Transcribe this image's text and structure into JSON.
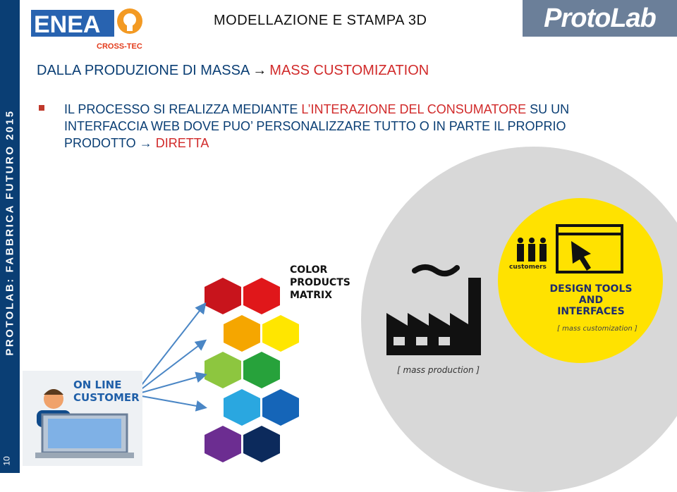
{
  "sidebar": {
    "text": "PROTOLAB: FABBRICA FUTURO 2015",
    "page_number": "10"
  },
  "header": {
    "logo_text": "ENEA",
    "logo_subtext": "CROSS-TEC",
    "title": "MODELLAZIONE E STAMPA 3D",
    "brand": "ProtoLab"
  },
  "subtitle": {
    "left": "DALLA PRODUZIONE DI MASSA",
    "arrow": "→",
    "right": "MASS CUSTOMIZATION"
  },
  "bullet": {
    "part1": "IL PROCESSO SI REALIZZA MEDIANTE ",
    "part2_red": "L’INTERAZIONE DEL CONSUMATORE",
    "part3": " SU UN INTERFACCIA WEB DOVE PUO’ PERSONALIZZARE TUTTO O IN PARTE IL PROPRIO PRODOTTO ",
    "arrow": "→",
    "part4_red": " DIRETTA"
  },
  "diagram": {
    "customers_label": "customers",
    "design_tools_label": "DESIGN TOOLS AND INTERFACES",
    "mass_customization_label": "[ mass customization ]",
    "mass_production_label": "[ mass production ]",
    "color_products_label": "COLOR PRODUCTS MATRIX",
    "online_customer_label": "ON LINE CUSTOMER",
    "hex_colors": [
      "#c8141c",
      "#e0171a",
      "#f5a600",
      "#ffe600",
      "#8dc63f",
      "#27a23b",
      "#2aa7e0",
      "#1565b8",
      "#6c2d91",
      "#0c2a5c"
    ]
  }
}
